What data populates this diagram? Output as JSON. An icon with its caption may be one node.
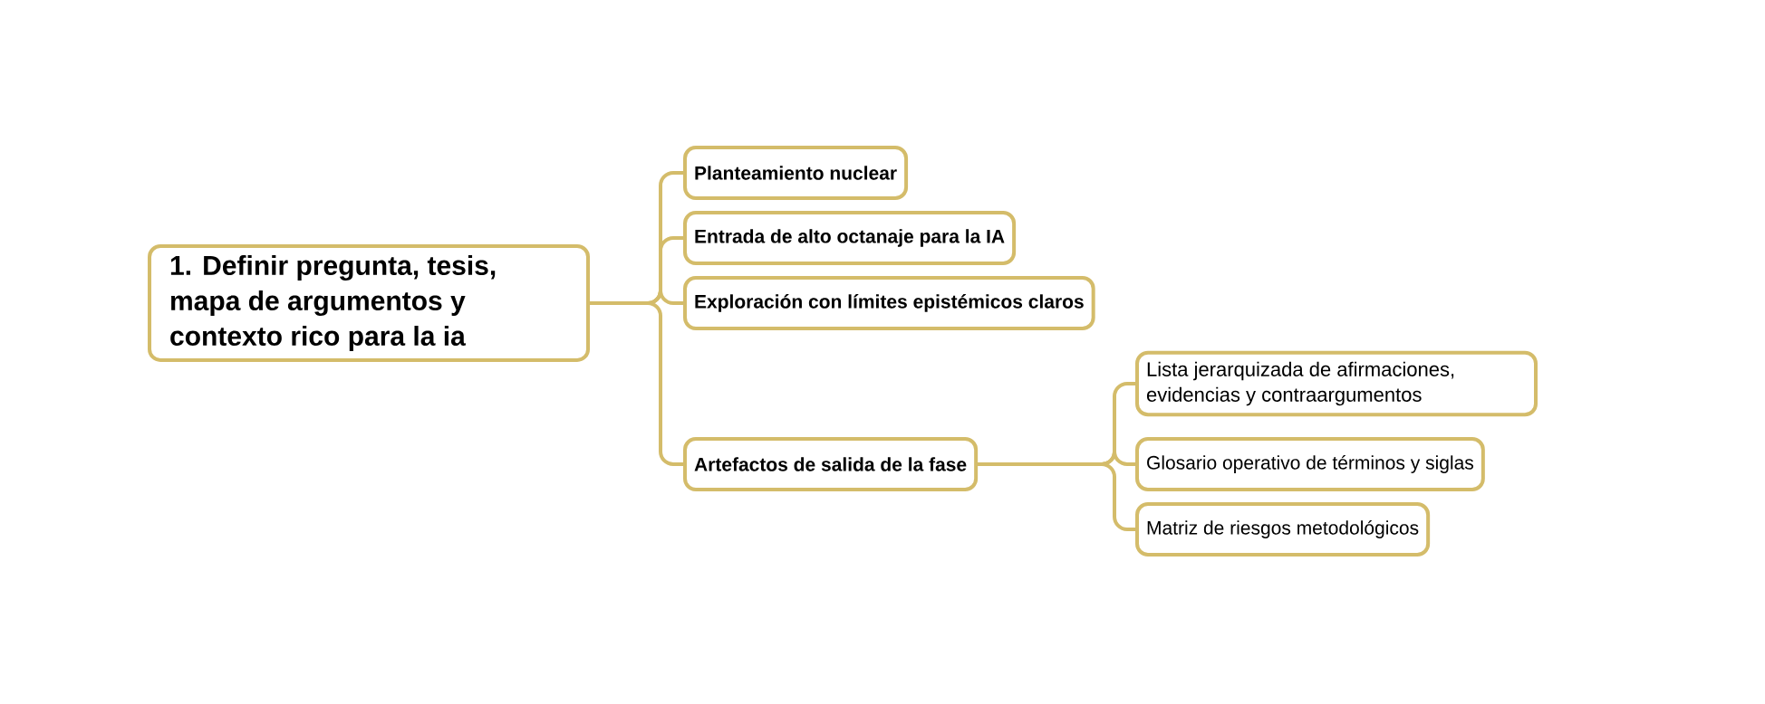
{
  "diagram": {
    "nodes": [
      {
        "text": [
          "1. Definir pregunta, tesis, mapa de argumentos y contexto rico para la ia"
        ]
      },
      {
        "text": [
          "Planteamiento nuclear"
        ]
      },
      {
        "text": [
          "Entrada de alto octanaje para la IA"
        ]
      },
      {
        "text": [
          "Exploración con límites epistémicos claros"
        ]
      },
      {
        "text": [
          "Artefactos de salida de la fase"
        ]
      },
      {
        "text": [
          "Lista jerarquizada de afirmaciones, evidencias y contraargumentos"
        ]
      },
      {
        "text": [
          "Glosario operativo de términos y siglas"
        ]
      },
      {
        "text": [
          "Matriz de riesgos metodológicos"
        ]
      }
    ],
    "edges": [
      {
        "from": 0,
        "to": 1,
        "arrow": "none"
      },
      {
        "from": 0,
        "to": 2,
        "arrow": "none"
      },
      {
        "from": 0,
        "to": 3,
        "arrow": "none"
      },
      {
        "from": 0,
        "to": 4,
        "arrow": "none"
      },
      {
        "from": 4,
        "to": 5,
        "arrow": "none"
      },
      {
        "from": 4,
        "to": 6,
        "arrow": "none"
      },
      {
        "from": 4,
        "to": 7,
        "arrow": "none"
      }
    ]
  }
}
